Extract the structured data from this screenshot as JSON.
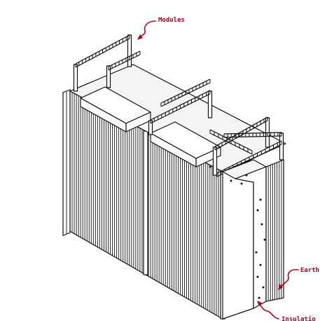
{
  "labels": {
    "modules": "Modules",
    "earth": "Earth",
    "insulation": "Insulatio"
  },
  "colors": {
    "ink": "#111111",
    "annotation": "#b3001b",
    "background": "#ffffff"
  }
}
